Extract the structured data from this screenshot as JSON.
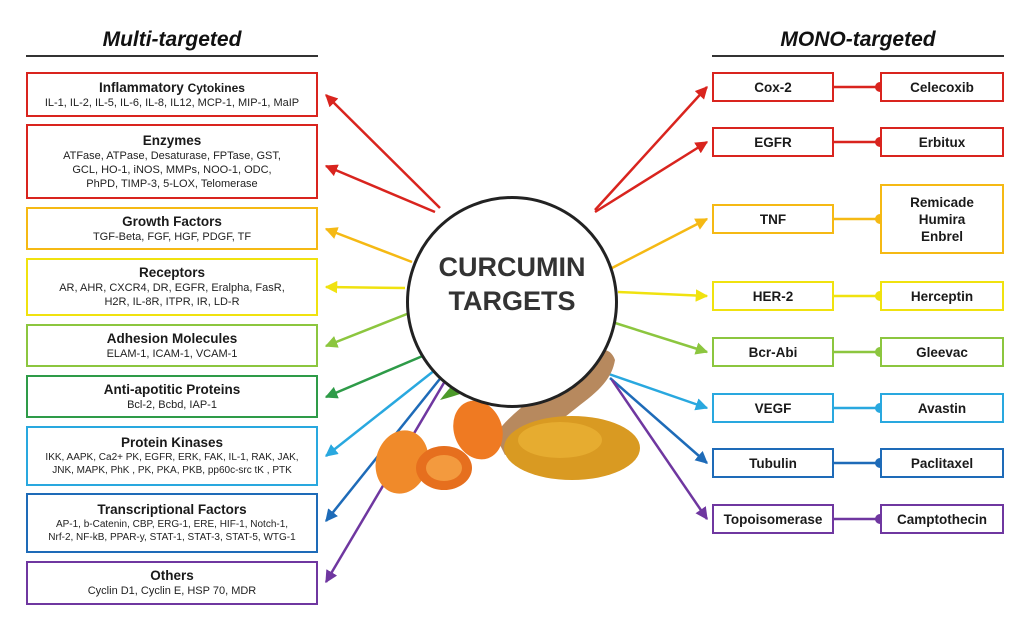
{
  "headings": {
    "left": "Multi-targeted",
    "right": "MONO-targeted"
  },
  "center": {
    "line1": "CURCUMIN",
    "line2": "TARGETS"
  },
  "multi_targets": [
    {
      "title": "Inflammatory",
      "title_suffix": "Cytokines",
      "details": [
        "IL-1, IL-2, IL-5, IL-6, IL-8, IL12, MCP-1, MIP-1, MaIP"
      ],
      "color": "#d9241e"
    },
    {
      "title": "Enzymes",
      "details": [
        "ATFase, ATPase, Desaturase, FPTase, GST,",
        "GCL, HO-1, iNOS, MMPs, NOO-1, ODC,",
        "PhPD, TIMP-3, 5-LOX, Telomerase"
      ],
      "color": "#d9241e"
    },
    {
      "title": "Growth Factors",
      "details": [
        "TGF-Beta, FGF, HGF, PDGF, TF"
      ],
      "color": "#f5b914"
    },
    {
      "title": "Receptors",
      "details": [
        "AR, AHR, CXCR4, DR, EGFR, Eralpha, FasR,",
        "H2R, IL-8R, ITPR, IR, LD-R"
      ],
      "color": "#f0e20f"
    },
    {
      "title": "Adhesion Molecules",
      "details": [
        "ELAM-1, ICAM-1, VCAM-1"
      ],
      "color": "#8cc63f"
    },
    {
      "title": "Anti-apotitic Proteins",
      "details": [
        "Bcl-2, Bcbd, IAP-1"
      ],
      "color": "#2e9b48"
    },
    {
      "title": "Protein Kinases",
      "details": [
        "IKK, AAPK, Ca2+ PK, EGFR, ERK, FAK, IL-1, RAK, JAK,",
        "JNK, MAPK, PhK , PK, PKA, PKB, pp60c-src tK , PTK"
      ],
      "color": "#29a8df"
    },
    {
      "title": "Transcriptional Factors",
      "details": [
        "AP-1, b-Catenin, CBP, ERG-1, ERE, HIF-1, Notch-1,",
        "Nrf-2, NF-kB, PPAR-y, STAT-1, STAT-3, STAT-5, WTG-1"
      ],
      "color": "#1e6bb8"
    },
    {
      "title": "Others",
      "details": [
        "Cyclin D1, Cyclin E, HSP 70, MDR"
      ],
      "color": "#6f37a0"
    }
  ],
  "mono_targets": [
    {
      "target": "Cox-2",
      "drug": [
        "Celecoxib"
      ],
      "color": "#d9241e"
    },
    {
      "target": "EGFR",
      "drug": [
        "Erbitux"
      ],
      "color": "#d9241e"
    },
    {
      "target": "TNF",
      "drug": [
        "Remicade",
        "Humira",
        "Enbrel"
      ],
      "color": "#f5b914"
    },
    {
      "target": "HER-2",
      "drug": [
        "Herceptin"
      ],
      "color": "#f0e20f"
    },
    {
      "target": "Bcr-Abi",
      "drug": [
        "Gleevac"
      ],
      "color": "#8cc63f"
    },
    {
      "target": "VEGF",
      "drug": [
        "Avastin"
      ],
      "color": "#29a8df"
    },
    {
      "target": "Tubulin",
      "drug": [
        "Paclitaxel"
      ],
      "color": "#1e6bb8"
    },
    {
      "target": "Topoisomerase",
      "drug": [
        "Camptothecin"
      ],
      "color": "#6f37a0"
    }
  ]
}
